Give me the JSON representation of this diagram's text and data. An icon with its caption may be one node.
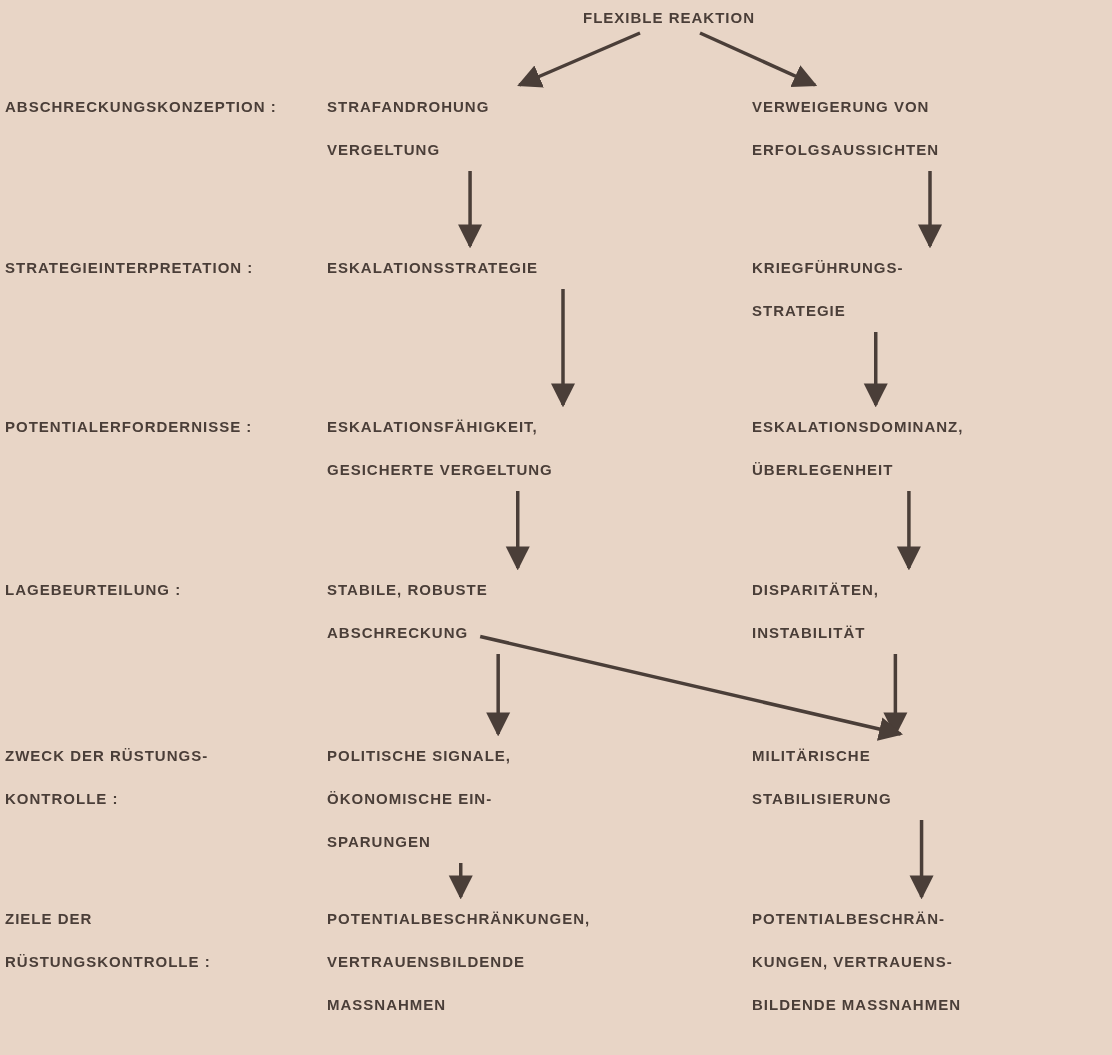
{
  "diagram": {
    "nodes": [
      {
        "text": [
          "FLEXIBLE REAKTION"
        ]
      },
      {
        "text": [
          "STRAFANDROHUNG VERGELTUNG"
        ]
      },
      {
        "text": [
          "VERWEIGERUNG VON ERFOLGSAUSSICHTEN"
        ]
      },
      {
        "text": [
          "ESKALATIONSSTRATEGIE"
        ]
      },
      {
        "text": [
          "KRIEGFÜHRUNGS- STRATEGIE"
        ]
      },
      {
        "text": [
          "ESKALATIONSFÄHIGKEIT, GESICHERTE VERGELTUNG"
        ]
      },
      {
        "text": [
          "ESKALATIONSDOMINANZ, ÜBERLEGENHEIT"
        ]
      },
      {
        "text": [
          "STABILE, ROBUSTE ABSCHRECKUNG"
        ]
      },
      {
        "text": [
          "DISPARITÄTEN, INSTABILITÄT"
        ]
      },
      {
        "text": [
          "POLITISCHE SIGNALE, ÖKONOMISCHE EIN- SPARUNGEN"
        ]
      },
      {
        "text": [
          "MILITÄRISCHE STABILISIERUNG"
        ]
      },
      {
        "text": [
          "POTENTIALBESCHRÄNKUNGEN, VERTRAUENSBILDENDE MASSNAHMEN"
        ]
      },
      {
        "text": [
          "POTENTIALBESCHRÄN- KUNGEN, VERTRAUENS- BILDENDE MASSNAHMEN"
        ]
      }
    ],
    "edges": [
      {
        "from": 0,
        "to": 1,
        "arrow": "to"
      },
      {
        "from": 0,
        "to": 2,
        "arrow": "to"
      },
      {
        "from": 1,
        "to": 3,
        "arrow": "to"
      },
      {
        "from": 2,
        "to": 4,
        "arrow": "to"
      },
      {
        "from": 3,
        "to": 5,
        "arrow": "to"
      },
      {
        "from": 4,
        "to": 6,
        "arrow": "to"
      },
      {
        "from": 5,
        "to": 7,
        "arrow": "to"
      },
      {
        "from": 6,
        "to": 8,
        "arrow": "to"
      },
      {
        "from": 7,
        "to": 9,
        "arrow": "to"
      },
      {
        "from": 8,
        "to": 10,
        "arrow": "to"
      },
      {
        "from": 7,
        "to": 10,
        "arrow": "to"
      },
      {
        "from": 9,
        "to": 11,
        "arrow": "to"
      },
      {
        "from": 10,
        "to": 12,
        "arrow": "to"
      }
    ],
    "labels": [
      "ABSCHRECKUNGSKONZEPTION :",
      "STRATEGIEINTERPRETATION :",
      "POTENTIALERFORDERNISSE :",
      "LAGEBEURTEILUNG :",
      "ZWECK DER RÜSTUNGS- KONTROLLE :",
      "ZIELE DER RÜSTUNGSKONTROLLE :"
    ]
  }
}
